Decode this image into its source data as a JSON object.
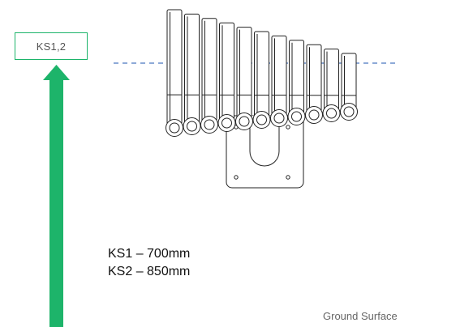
{
  "tag": {
    "label": "KS1,2"
  },
  "specs": [
    {
      "text": "KS1 – 700mm"
    },
    {
      "text": "KS2 – 850mm"
    }
  ],
  "ground": {
    "label": "Ground Surface"
  },
  "icons": {
    "arrow": "up-arrow-icon",
    "rack": "chime-rack-illustration",
    "reference_line": "dashed-reference-line"
  },
  "colors": {
    "arrow": "#1db46a",
    "tag_border": "#1db46a",
    "reference_line": "#4a78c0",
    "drawing_stroke": "#222222"
  }
}
